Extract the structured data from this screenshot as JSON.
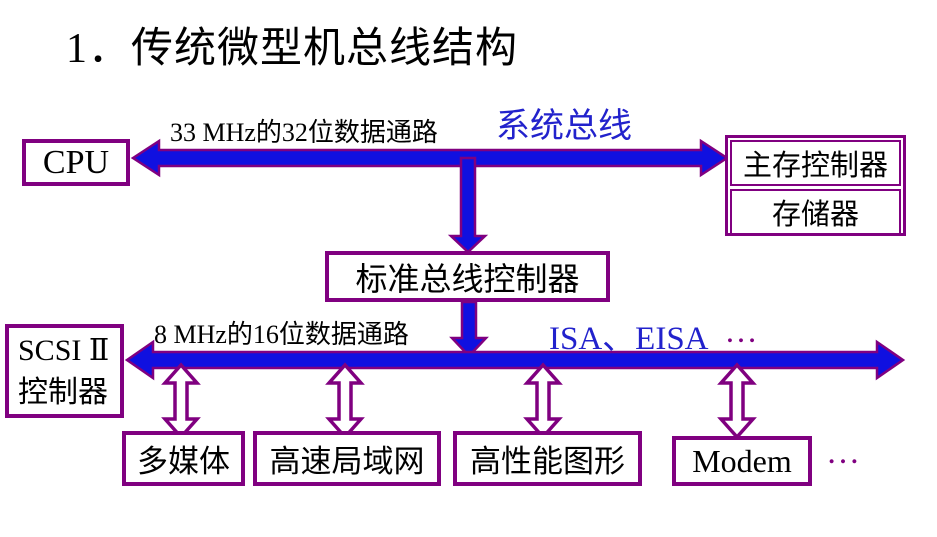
{
  "title": "1．传统微型机总线结构",
  "system_bus": {
    "name_label": "系统总线",
    "datapath_label": "33 MHz的32位数据通路"
  },
  "expansion_bus": {
    "name_label": "ISA、EISA",
    "name_ellipsis": "…",
    "datapath_label": "8 MHz的16位数据通路"
  },
  "boxes": {
    "cpu": "CPU",
    "memory_controller": "主存控制器",
    "memory": "存储器",
    "standard_bus_controller": "标准总线控制器",
    "scsi_controller": {
      "line1": "SCSI Ⅱ",
      "line2": "控制器"
    }
  },
  "devices": [
    {
      "label": "多媒体"
    },
    {
      "label": "高速局域网"
    },
    {
      "label": "高性能图形"
    },
    {
      "label": "Modem"
    }
  ],
  "more_devices_ellipsis": "…",
  "colors": {
    "bus_fill": "#1010e0",
    "outline_purple": "#800080",
    "label_blue": "#2222cc",
    "text_black": "#000000",
    "background": "#ffffff"
  }
}
